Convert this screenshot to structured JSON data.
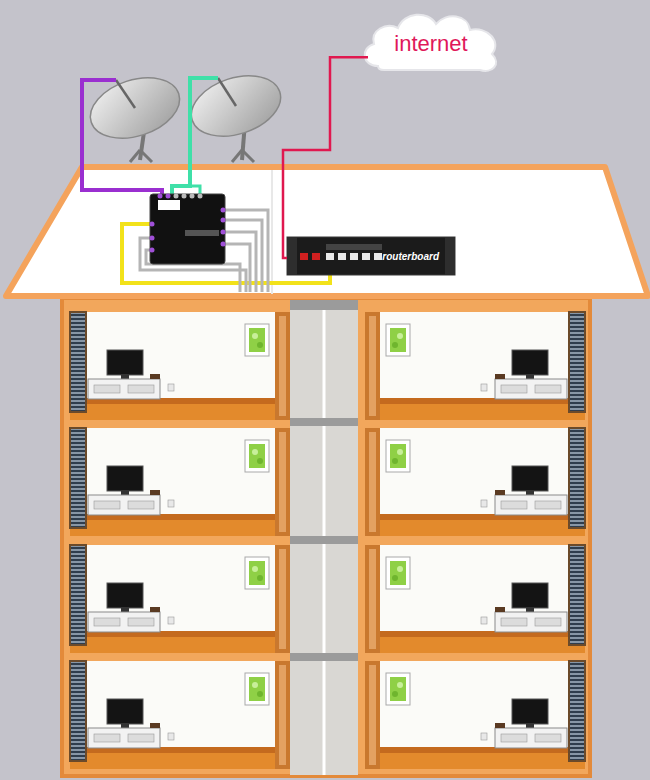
{
  "diagram": {
    "nodes": [
      {
        "text": [
          "internet"
        ]
      },
      {
        "text": [
          "routerboard"
        ]
      }
    ],
    "edges": [
      {
        "from": 1,
        "to": 0,
        "arrow": "none"
      }
    ]
  }
}
